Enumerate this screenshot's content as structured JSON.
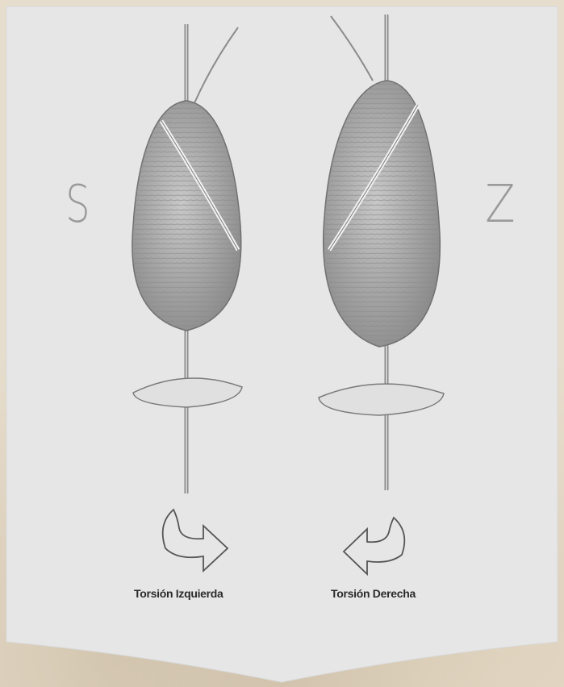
{
  "diagram": {
    "left_letter": "S",
    "right_letter": "Z",
    "left_caption": "Torsión Izquierda",
    "right_caption": "Torsión Derecha"
  },
  "colors": {
    "panel": "#e6e6e6",
    "background": "#e7ddcc",
    "pencil": "#6f6f6f"
  }
}
